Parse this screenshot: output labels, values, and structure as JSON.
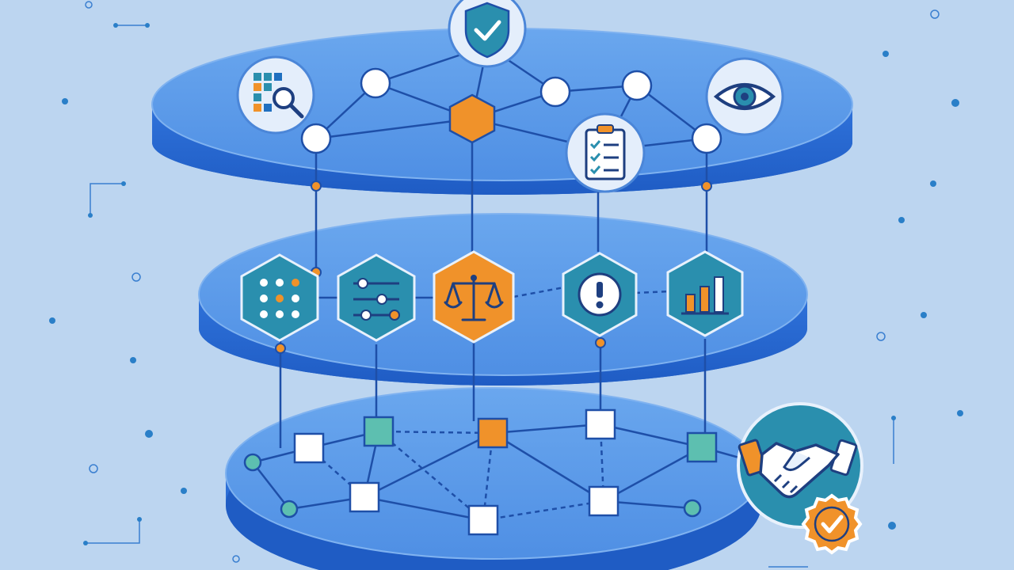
{
  "colors": {
    "background": "#bcd5f0",
    "disk_top": "#5b9ae8",
    "disk_side": "#2f6fd8",
    "disk_edge": "#7fb2f0",
    "line": "#1e4fa8",
    "node_fill": "#ffffff",
    "accent_orange": "#f0922a",
    "accent_teal": "#2a8fae",
    "accent_mint": "#5dbfb0",
    "badge_blue": "#1f6fc0"
  },
  "layers": [
    {
      "name": "top",
      "icons": [
        "shield-check-icon",
        "data-search-icon",
        "checklist-clipboard-icon",
        "eye-icon"
      ]
    },
    {
      "name": "middle",
      "icons": [
        "dot-grid-icon",
        "sliders-icon",
        "scales-of-justice-icon",
        "alert-icon",
        "bar-chart-icon"
      ]
    },
    {
      "name": "bottom",
      "icons": [
        "handshake-icon",
        "certified-badge-icon"
      ]
    }
  ]
}
